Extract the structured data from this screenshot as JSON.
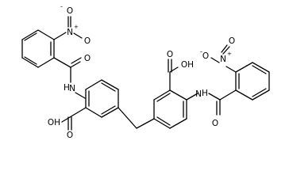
{
  "diagram": {
    "type": "chemical structure",
    "atom_labels": {
      "nitro_1": {
        "n": "N",
        "n_charge": "+",
        "o_double": "O",
        "o_single": "O",
        "o_charge": "-"
      },
      "nitro_2": {
        "n": "N",
        "n_charge": "+",
        "o_double": "O",
        "o_single": "O",
        "o_charge": "-"
      },
      "amide_left": {
        "nh": "N",
        "h": "H",
        "o": "O"
      },
      "amide_right": {
        "nh": "N",
        "h": "H",
        "o": "O"
      },
      "acid_left": {
        "oh": "OH",
        "o_double": "O"
      },
      "acid_right": {
        "oh": "OH",
        "o_double": "O"
      }
    }
  }
}
